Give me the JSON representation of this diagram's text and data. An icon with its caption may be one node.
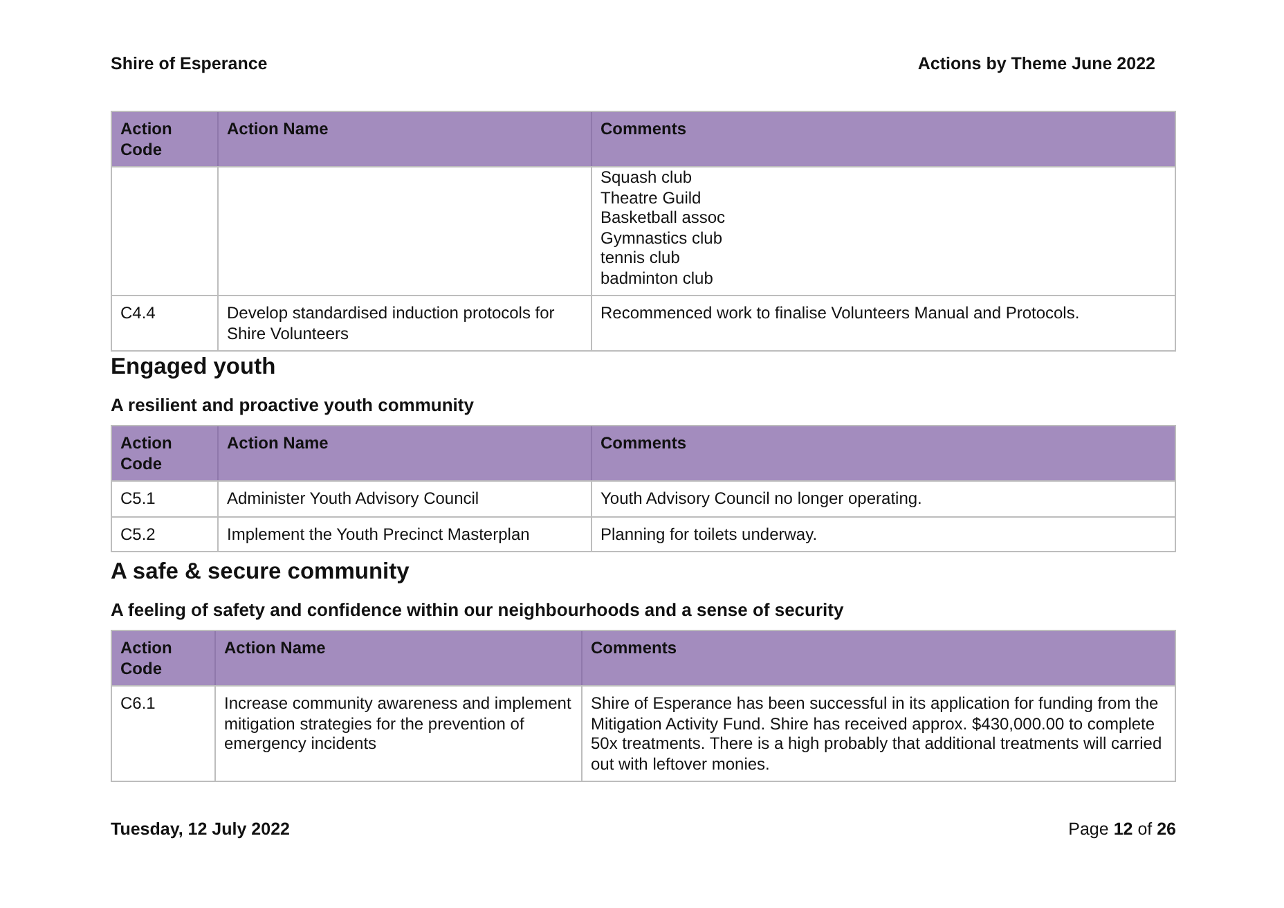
{
  "diagram": {
    "labels": [
      "Shire of Esperance",
      "Actions by Theme June 2022",
      "Action Code",
      "Action Name",
      "Comments",
      "Squash club",
      "Theatre Guild",
      "Basketball assoc",
      "Gymnastics club",
      "tennis club",
      "badminton club",
      "C4.4",
      "Develop standardised induction protocols for Shire Volunteers",
      "Recommenced work to finalise Volunteers Manual and Protocols.",
      "Engaged youth",
      "A resilient and proactive youth community",
      "Action Code",
      "Action Name",
      "Comments",
      "C5.1",
      "Administer Youth Advisory Council",
      "Youth Advisory Council no longer operating.",
      "C5.2",
      "Implement the Youth Precinct Masterplan",
      "Planning for toilets underway.",
      "A safe & secure community",
      "A feeling of safety and confidence within our neighbourhoods and a sense of security",
      "Action Code",
      "Action Name",
      "Comments",
      "C6.1",
      "Increase community awareness and implement mitigation strategies for the prevention of emergency incidents",
      "Shire of Esperance has been successful in its application for funding from the Mitigation Activity Fund. Shire has received approx. $430,000.00 to complete 50x treatments. There is a high probably that additional treatments will carried out with leftover monies.",
      "Tuesday, 12 July 2022",
      "Page **12** of **26**"
    ]
  }
}
